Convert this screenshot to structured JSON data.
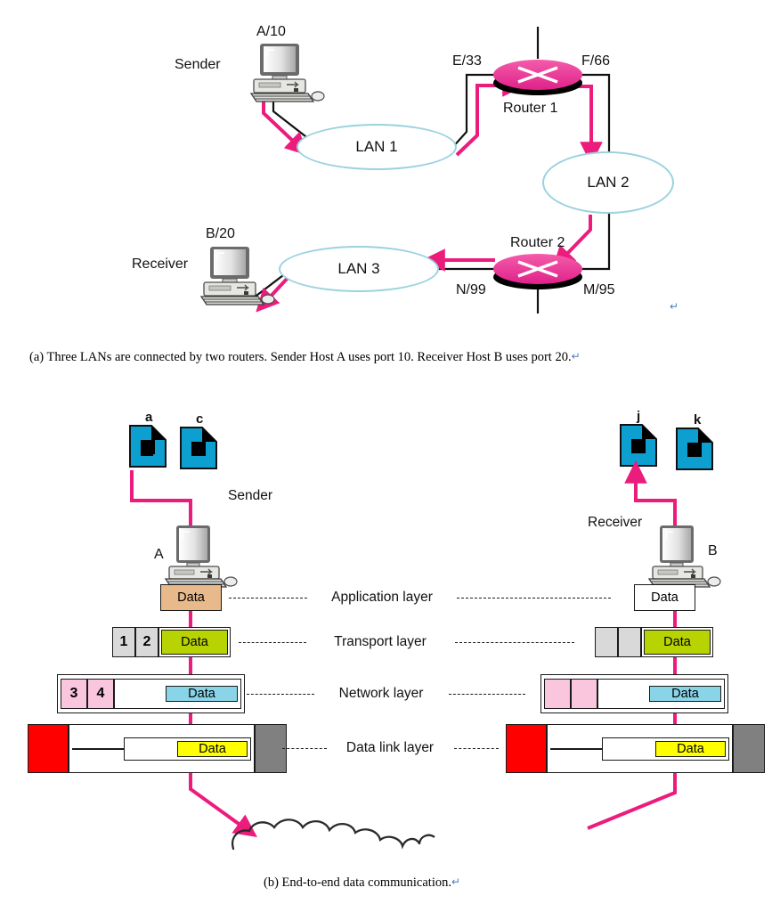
{
  "figure": {
    "part_a": {
      "caption": "(a) Three LANs are connected by two routers. Sender Host A uses port 10. Receiver Host B uses port 20.",
      "caption_mark": "↵",
      "stray_mark": "↵",
      "sender_label": "Sender",
      "receiver_label": "Receiver",
      "sender_host": "A/10",
      "receiver_host": "B/20",
      "lans": [
        {
          "label": "LAN 1"
        },
        {
          "label": "LAN 2"
        },
        {
          "label": "LAN 3"
        }
      ],
      "routers": [
        {
          "label": "Router 1",
          "left_interface": "E/33",
          "right_interface": "F/66"
        },
        {
          "label": "Router 2",
          "left_interface": "N/99",
          "right_interface": "M/95"
        }
      ]
    },
    "part_b": {
      "caption": "(b) End-to-end data communication.",
      "caption_mark": "↵",
      "sender_label": "Sender",
      "receiver_label": "Receiver",
      "sender_host": "A",
      "receiver_host": "B",
      "sender_docs": [
        "a",
        "c"
      ],
      "receiver_docs": [
        "j",
        "k"
      ],
      "data_label": "Data",
      "layers": [
        {
          "name": "Application layer",
          "left_headers": [],
          "left_data_fill": "#e8b98b",
          "right_headers": [],
          "right_data_fill": "#ffffff"
        },
        {
          "name": "Transport layer",
          "left_headers": [
            "1",
            "2"
          ],
          "left_data_fill": "#b8d302",
          "right_headers": [
            "",
            ""
          ],
          "right_data_fill": "#b8d302"
        },
        {
          "name": "Network layer",
          "left_headers": [
            "3",
            "4"
          ],
          "left_data_fill": "#8ad4e8",
          "right_headers": [
            "",
            ""
          ],
          "right_data_fill": "#8ad4e8"
        },
        {
          "name": "Data link layer",
          "left_headers": [
            "",
            ""
          ],
          "left_data_fill": "#ffff00",
          "right_headers": [
            "",
            ""
          ],
          "right_data_fill": "#ffff00"
        }
      ]
    }
  },
  "colors": {
    "flow_arrow": "#ec1c7d",
    "lan_outline": "#9ad2de",
    "router_body": "#e8368f",
    "document": "#0c9fd0",
    "app_data": "#e8b98b",
    "transport_data": "#b8d302",
    "network_data": "#8ad4e8",
    "datalink_data": "#ffff00",
    "network_header": "#f9c6dd",
    "datalink_header": "#f9cfe3",
    "datalink_flag": "#ff0000",
    "datalink_trailer": "#808080",
    "gray_header": "#d9d9d9",
    "caption_mark": "#4a7ebb"
  }
}
